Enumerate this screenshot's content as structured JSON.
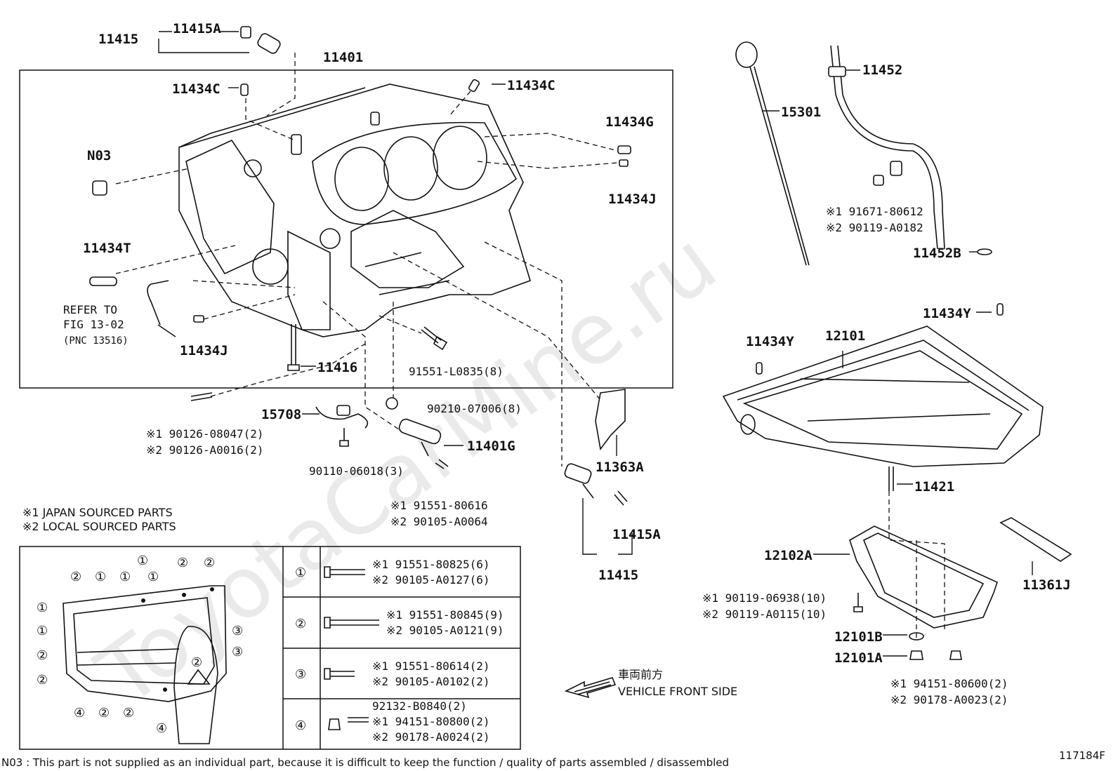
{
  "diagram_id": "117184F",
  "watermark": "ToyotaCarMine.ru",
  "footnote": "N03 : This part is not supplied as an individual part, because it is difficult to keep the function / quality of parts  assembled / disassembled",
  "legend": {
    "japan": "※1 JAPAN SOURCED PARTS",
    "local": "※2 LOCAL SOURCED PARTS"
  },
  "direction": {
    "jp": "車両前方",
    "en": "VEHICLE FRONT SIDE"
  },
  "refer": {
    "line1": "REFER TO",
    "line2": "FIG 13-02",
    "line3": "(PNC 13516)"
  },
  "labels": {
    "l_11415_top": "11415",
    "l_11415A_top": "11415A",
    "l_11401": "11401",
    "l_11434C_left": "11434C",
    "l_11434C_right": "11434C",
    "l_11434G": "11434G",
    "l_11434J_right": "11434J",
    "l_N03": "N03",
    "l_11434T": "11434T",
    "l_11434J_bottom": "11434J",
    "l_11416": "11416",
    "l_91551L": "91551-L0835(8)",
    "l_15301": "15301",
    "l_11452": "11452",
    "l_11452B": "11452B",
    "l_15708": "15708",
    "l_90210": "90210-07006(8)",
    "l_11401G": "11401G",
    "l_11363A": "11363A",
    "l_11415A_bottom": "11415A",
    "l_11415_bottom": "11415",
    "l_11434Y_left": "11434Y",
    "l_11434Y_right": "11434Y",
    "l_12101": "12101",
    "l_11421": "11421",
    "l_12102A": "12102A",
    "l_11361J": "11361J",
    "l_12101B": "12101B",
    "l_12101A": "12101A",
    "l_90110": "90110-06018(3)"
  },
  "codes": {
    "c_91671": "※1 91671-80612",
    "c_90119_a0182": "※2 90119-A0182",
    "c_90126_08047": "※1 90126-08047(2)",
    "c_90126_a0016": "※2 90126-A0016(2)",
    "c_91551_80616": "※1 91551-80616",
    "c_90105_a0064": "※2 90105-A0064",
    "c_90119_06938": "※1 90119-06938(10)",
    "c_90119_a0115": "※2 90119-A0115(10)",
    "c_94151_80600": "※1 94151-80600(2)",
    "c_90178_a0023": "※2 90178-A0023(2)"
  },
  "bolt_table": [
    {
      "mark": "①",
      "codes": [
        "※1 91551-80825(6)",
        "※2 90105-A0127(6)"
      ]
    },
    {
      "mark": "②",
      "codes": [
        "※1 91551-80845(9)",
        "※2 90105-A0121(9)"
      ]
    },
    {
      "mark": "③",
      "codes": [
        "※1 91551-80614(2)",
        "※2 90105-A0102(2)"
      ]
    },
    {
      "mark": "④",
      "codes": [
        "92132-B0840(2)",
        "※1 94151-80800(2)",
        "※2 90178-A0024(2)"
      ]
    }
  ],
  "pan_marks": {
    "top": [
      "②",
      "①",
      "①",
      "①",
      "①",
      "②",
      "②"
    ],
    "left": [
      "①",
      "①",
      "②",
      "②"
    ],
    "right": [
      "③",
      "③"
    ],
    "inner": "②",
    "bottom": [
      "④",
      "②",
      "②"
    ],
    "drain": "④"
  }
}
